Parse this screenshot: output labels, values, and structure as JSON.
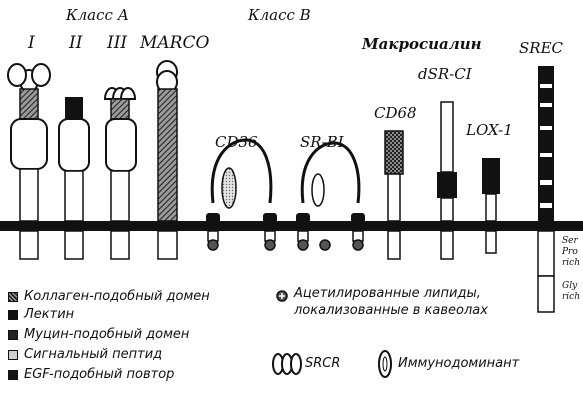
{
  "colors": {
    "ink": "#111111",
    "collagen_hatch": "#555555",
    "lectin": "#111111",
    "mucin": "#222222",
    "signal_peptide": "#bdbdbd",
    "egf": "#151515",
    "membrane": "#111111"
  },
  "headers": {
    "class_a": "Класс А",
    "class_b": "Класс В",
    "macrosialin": "Макросиалин"
  },
  "receptor_labels": {
    "r1": "I",
    "r2": "II",
    "r3": "III",
    "marco": "MARCO",
    "cd36": "CD36",
    "srb1": "SR-BI",
    "cd68": "CD68",
    "dsrc1": "dSR-CI",
    "lox1": "LOX-1",
    "srec": "SREC"
  },
  "srec_domains": {
    "ser_pro_1": "Ser",
    "ser_pro_2": "Pro",
    "ser_pro_3": "rich",
    "gly_1": "Gly",
    "gly_2": "rich"
  },
  "legend": {
    "collagen": "Коллаген-подобный домен",
    "lectin": "Лектин",
    "mucin": "Муцин-подобный домен",
    "signal": "Сигнальный пептид",
    "egf": "EGF-подобный повтор",
    "acetylated_1": "Ацетилированные липиды,",
    "acetylated_2": "локализованные в кавеолах",
    "srcr": "SRCR",
    "immuno": "Иммунодоминант"
  }
}
